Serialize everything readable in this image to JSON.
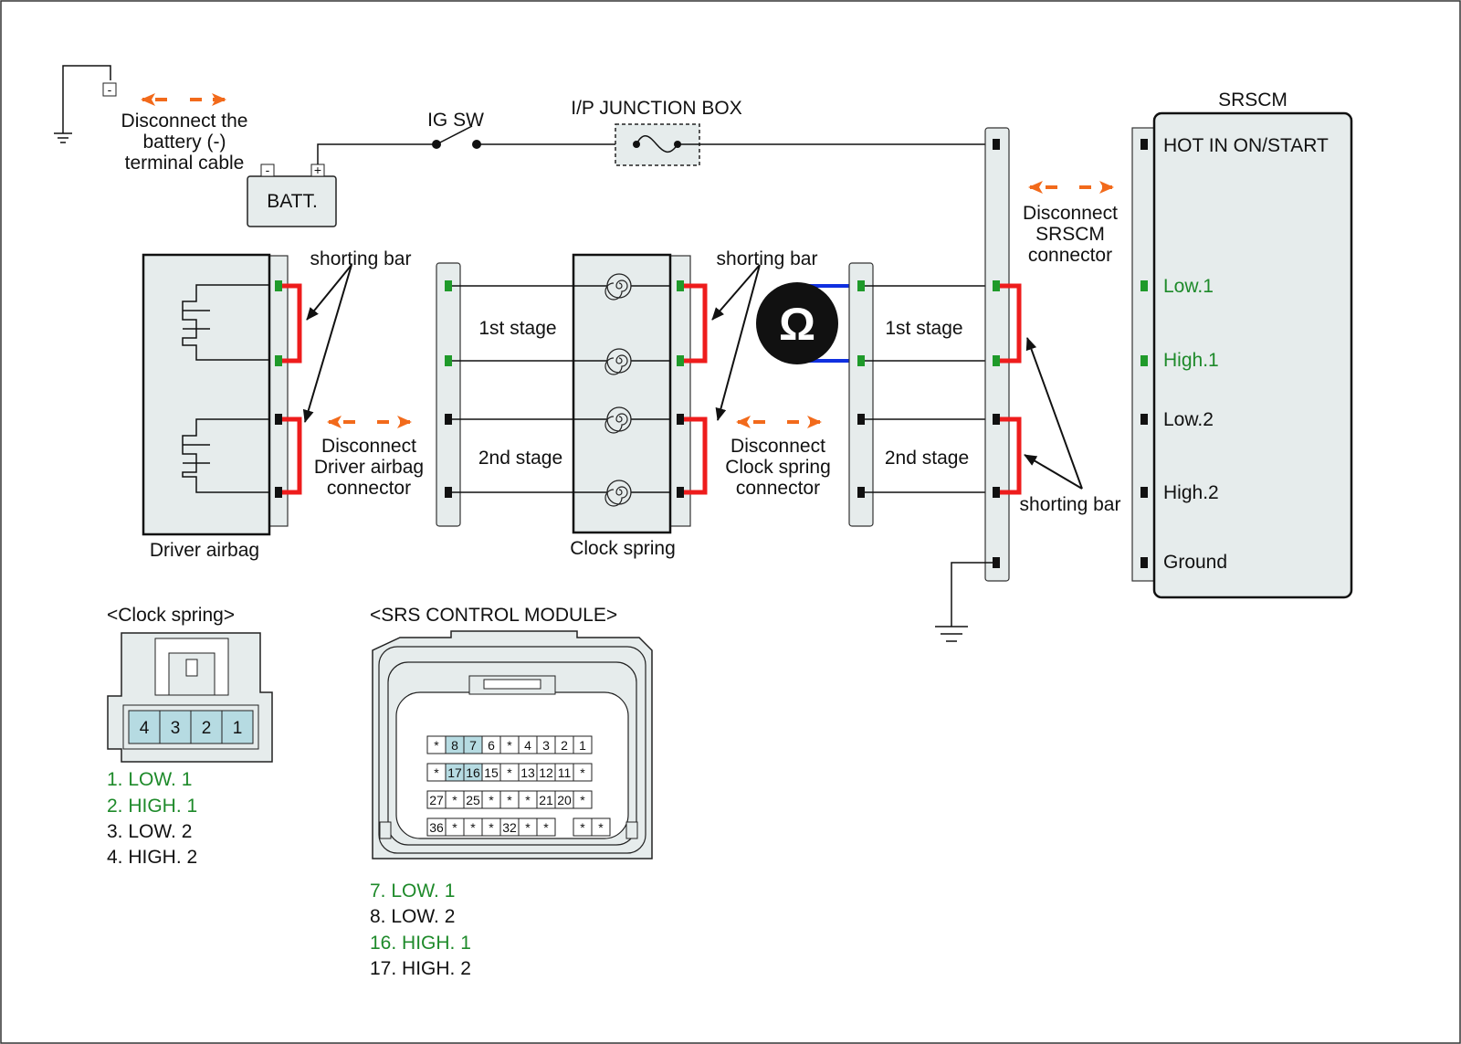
{
  "power": {
    "disconnect_battery_line1": "Disconnect the",
    "disconnect_battery_line2": "battery (-)",
    "disconnect_battery_line3": "terminal cable",
    "batt_label": "BATT.",
    "batt_minus": "-",
    "batt_plus": "+",
    "ground_minus": "-",
    "ig_sw_label": "IG SW",
    "junction_box_label": "I/P JUNCTION BOX"
  },
  "driver_airbag": {
    "label": "Driver airbag",
    "disconnect_line1": "Disconnect",
    "disconnect_line2": "Driver airbag",
    "disconnect_line3": "connector"
  },
  "clock_spring": {
    "label": "Clock spring",
    "stage1": "1st stage",
    "stage2": "2nd stage",
    "disconnect_line1": "Disconnect",
    "disconnect_line2": "Clock spring",
    "disconnect_line3": "connector"
  },
  "harness": {
    "stage1": "1st stage",
    "stage2": "2nd stage",
    "ohmmeter_symbol": "Ω"
  },
  "shorting_bar_labels": {
    "left": "shorting bar",
    "middle": "shorting bar",
    "right": "shorting bar"
  },
  "srscm": {
    "title": "SRSCM",
    "disconnect_line1": "Disconnect",
    "disconnect_line2": "SRSCM",
    "disconnect_line3": "connector",
    "pins": {
      "hot": "HOT IN ON/START",
      "low1": "Low.1",
      "high1": "High.1",
      "low2": "Low.2",
      "high2": "High.2",
      "ground": "Ground"
    }
  },
  "clock_spring_connector": {
    "title": "<Clock spring>",
    "pins": [
      "4",
      "3",
      "2",
      "1"
    ],
    "legend": [
      "1. LOW. 1",
      "2. HIGH. 1",
      "3. LOW. 2",
      "4. HIGH. 2"
    ]
  },
  "srs_module_connector": {
    "title": "<SRS CONTROL MODULE>",
    "rows": [
      [
        "*",
        "8",
        "7",
        "6",
        "*",
        "4",
        "3",
        "2",
        "1"
      ],
      [
        "*",
        "17",
        "16",
        "15",
        "*",
        "13",
        "12",
        "11",
        "*"
      ],
      [
        "27",
        "*",
        "25",
        "*",
        "*",
        "*",
        "21",
        "20",
        "*"
      ],
      [
        "36",
        "*",
        "*",
        "*",
        "32",
        "*",
        "*",
        "",
        "*",
        "*"
      ]
    ],
    "legend": [
      "7. LOW. 1",
      "8. LOW. 2",
      "16. HIGH. 1",
      "17. HIGH. 2"
    ]
  },
  "colors": {
    "shorting_bar": "#ee1c1c",
    "meter_lead": "#1030e0",
    "disconnect_arrow": "#f26a1b",
    "stage1_text": "#1e8a2a",
    "pin_highlight": "#b6dbe2"
  }
}
